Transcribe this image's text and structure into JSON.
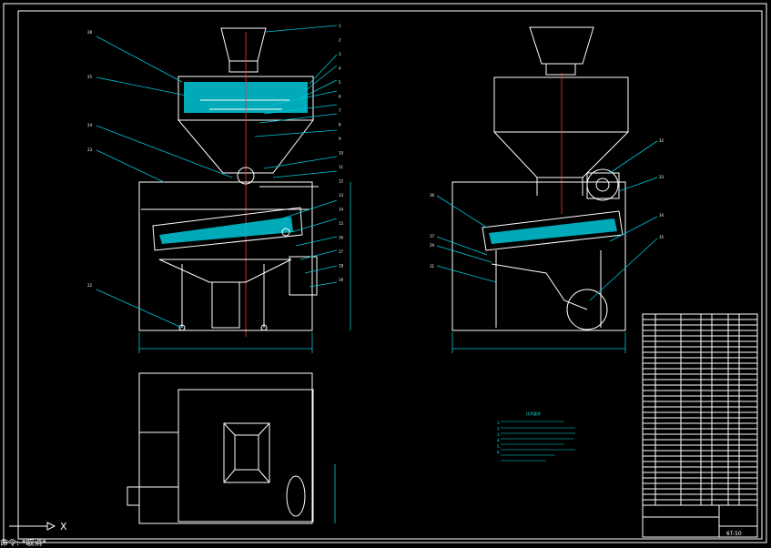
{
  "drawing": {
    "model_code": "6T-50",
    "callouts_front_left": [
      "28",
      "25",
      "24",
      "23",
      "22"
    ],
    "callouts_front_right": [
      "1",
      "2",
      "3",
      "4",
      "5",
      "6",
      "7",
      "8",
      "9",
      "10",
      "11",
      "12",
      "13",
      "14",
      "15",
      "16",
      "17",
      "18",
      "19"
    ],
    "callouts_side": [
      "32",
      "33",
      "34",
      "35",
      "36",
      "37",
      "29",
      "31"
    ],
    "tech_req_title": "技术要求",
    "tech_req_lines": [
      "1.",
      "2.",
      "3.",
      "4.",
      "5.",
      "6."
    ]
  },
  "command_line": "命令: *取消*",
  "colors": {
    "background": "#000000",
    "outline": "#ffffff",
    "hatch": "#00c8d8",
    "centerline": "#ff3030",
    "dimension": "#00e0e0"
  }
}
